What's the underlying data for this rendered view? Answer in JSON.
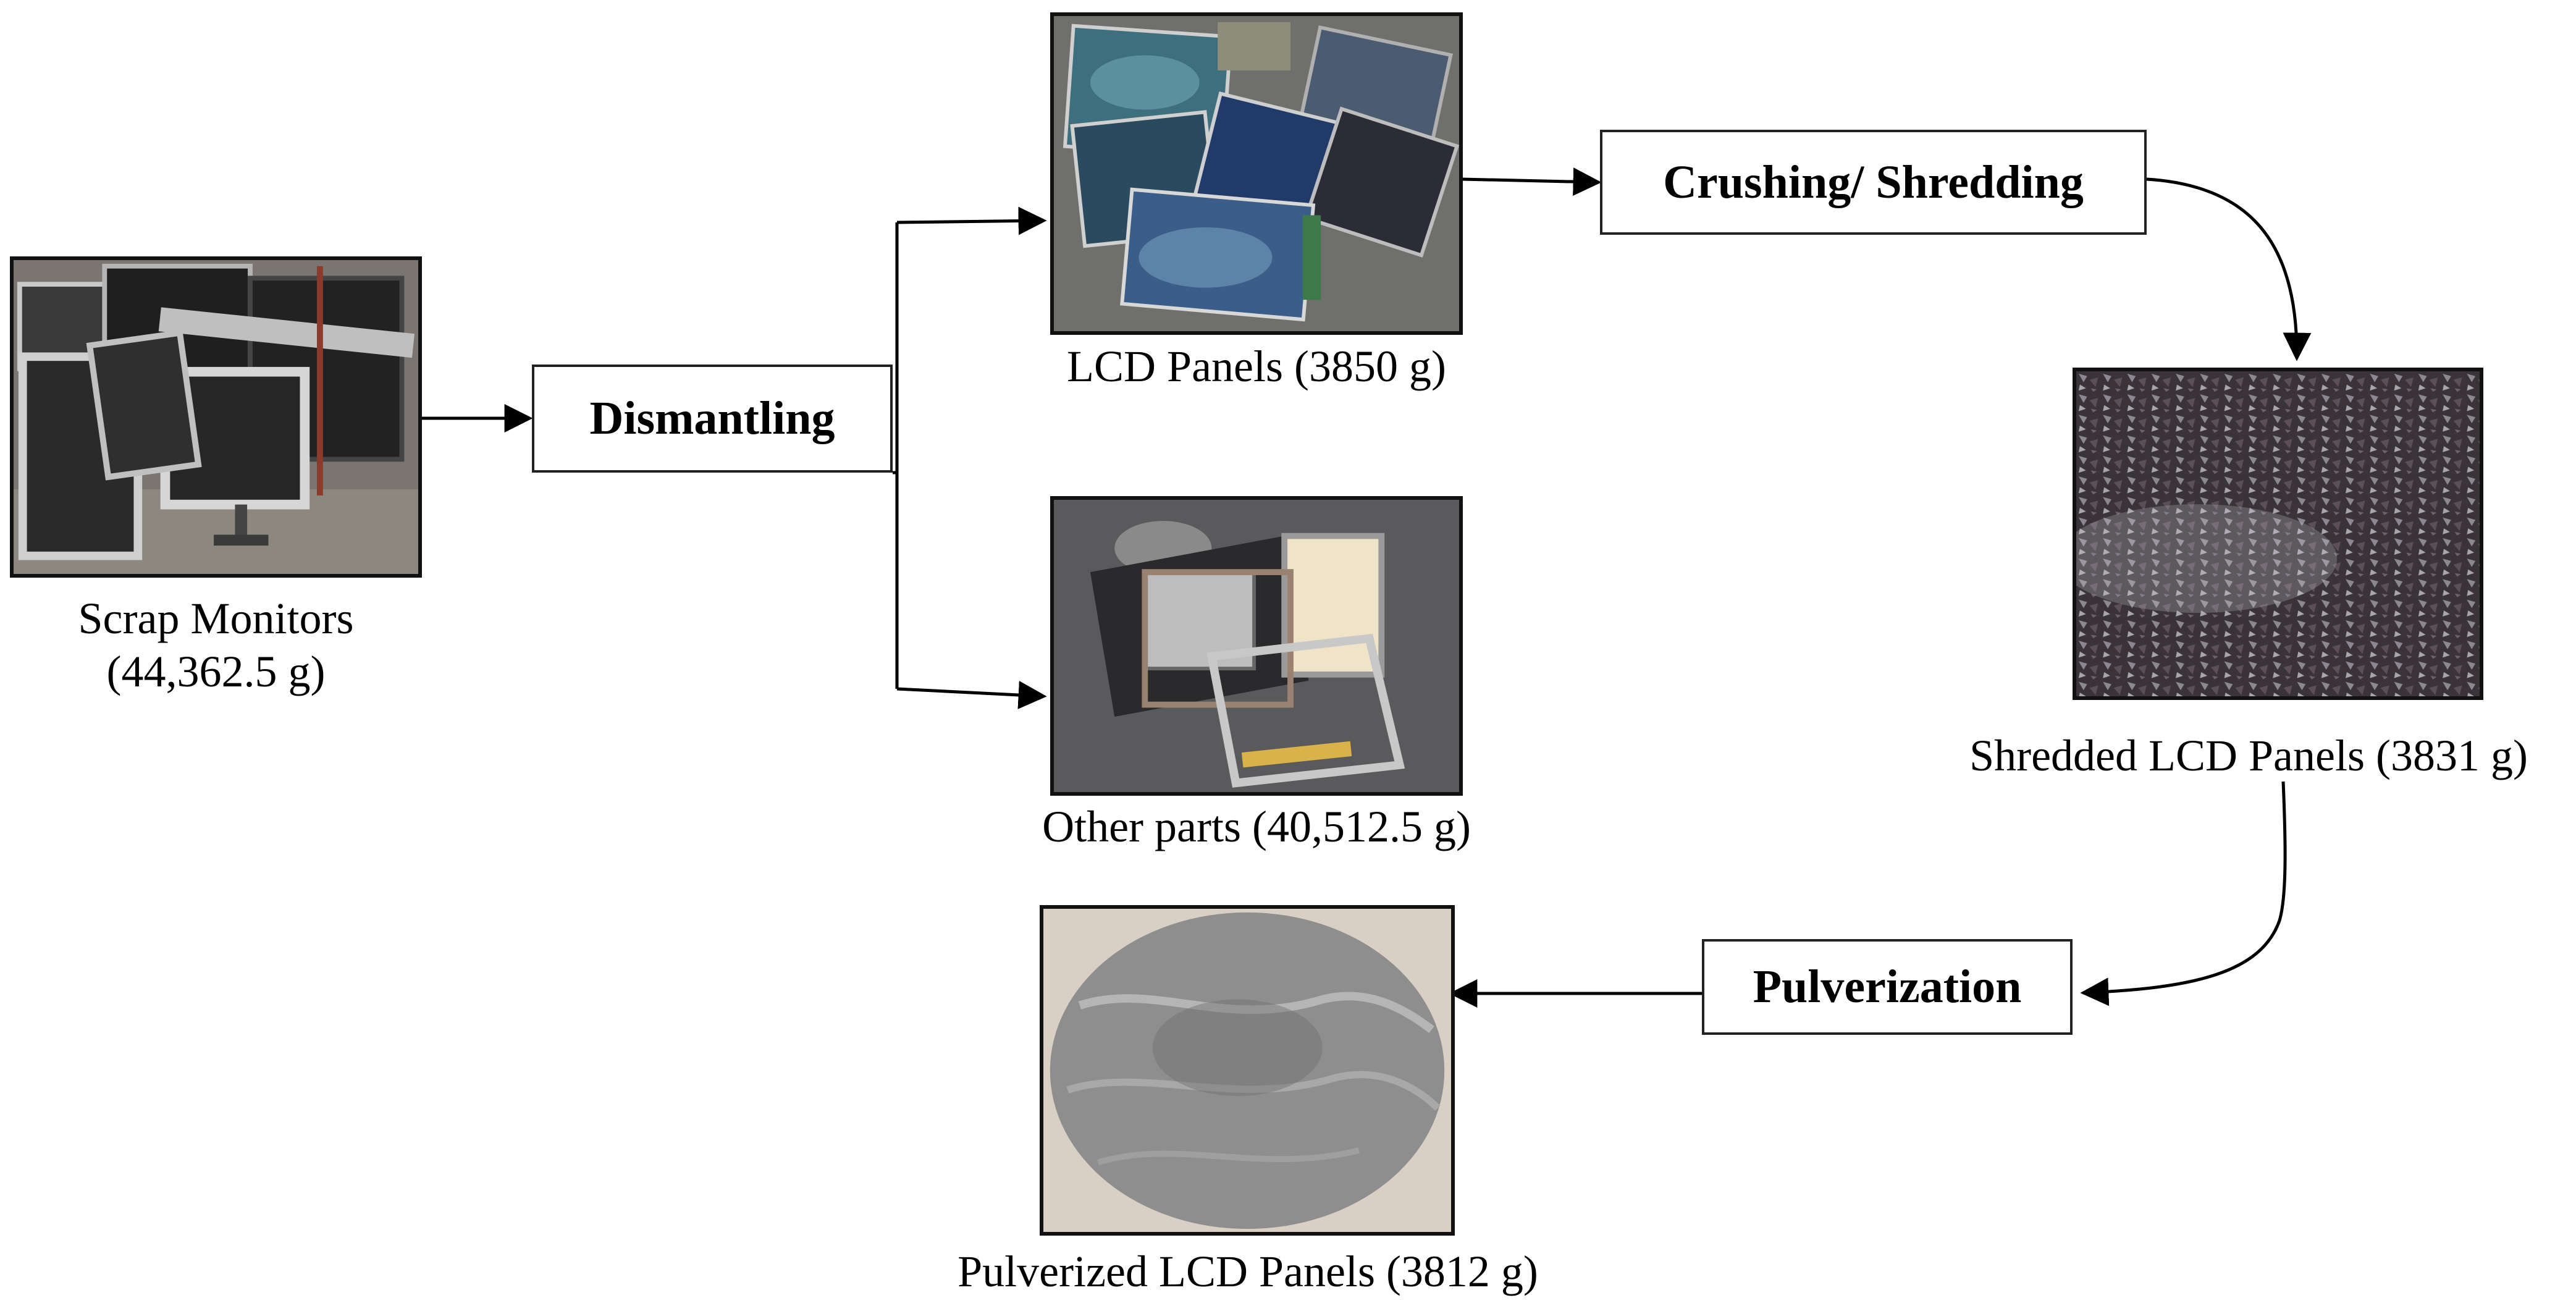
{
  "nodes": {
    "scrap_monitors": {
      "line1": "Scrap Monitors",
      "line2": "(44,362.5 g)"
    },
    "lcd_panels": {
      "label": "LCD Panels (3850 g)"
    },
    "other_parts": {
      "label": "Other parts (40,512.5 g)"
    },
    "shredded_lcd": {
      "label": "Shredded LCD Panels (3831 g)"
    },
    "pulverized_lcd": {
      "label": "Pulverized LCD Panels (3812 g)"
    }
  },
  "steps": {
    "dismantling": "Dismantling",
    "crushing": "Crushing/ Shredding",
    "pulverization": "Pulverization"
  },
  "colors": {
    "line": "#000000",
    "box_border": "#222222",
    "photo_border": "#111111"
  },
  "icons": {
    "scrap_monitors": "monitor-pile-photo",
    "lcd_panels": "lcd-panels-photo",
    "other_parts": "other-parts-photo",
    "shredded_lcd": "shredded-glass-photo",
    "pulverized_lcd": "powder-dish-photo"
  }
}
